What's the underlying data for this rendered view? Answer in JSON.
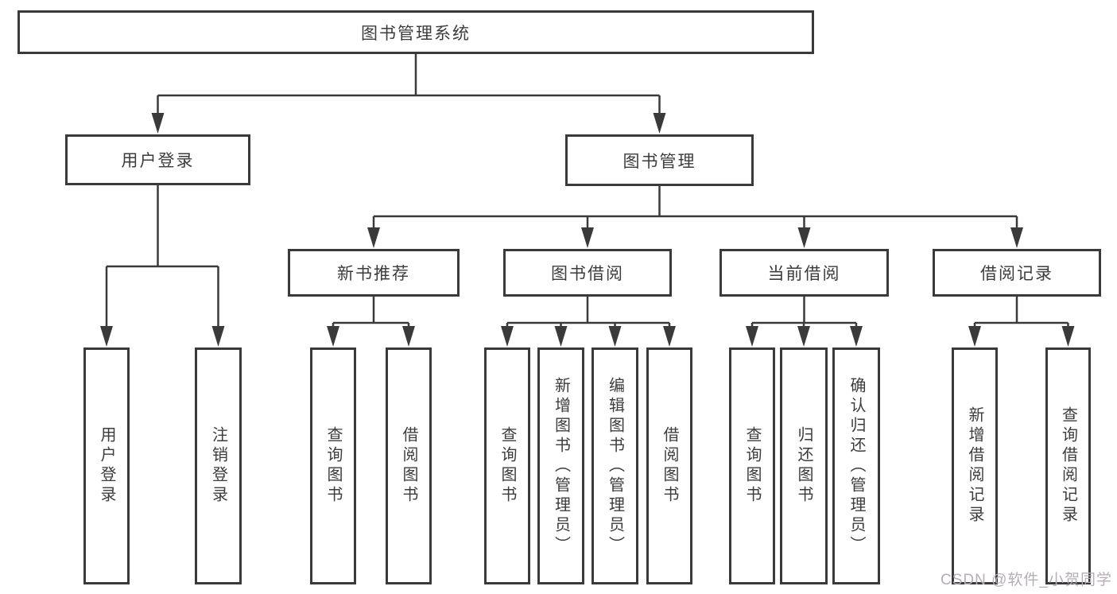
{
  "diagram_title": "图书管理系统",
  "colors": {
    "line": "#3a3a3a",
    "text": "#3c3c3c",
    "box_bg": "#ffffff",
    "background": "#ffffff",
    "watermark": "#b5aeb5"
  },
  "watermark": {
    "text": "CSDN @软件_小贺同学"
  },
  "nodes": [
    {
      "id": "root",
      "label": "图书管理系统",
      "parent": null,
      "orientation": "horizontal"
    },
    {
      "id": "user-login",
      "label": "用户登录",
      "parent": "root",
      "orientation": "horizontal"
    },
    {
      "id": "book-mgmt",
      "label": "图书管理",
      "parent": "root",
      "orientation": "horizontal"
    },
    {
      "id": "leaf-user-login",
      "label": "用户登录",
      "parent": "user-login",
      "orientation": "vertical"
    },
    {
      "id": "leaf-logout",
      "label": "注销登录",
      "parent": "user-login",
      "orientation": "vertical"
    },
    {
      "id": "new-books",
      "label": "新书推荐",
      "parent": "book-mgmt",
      "orientation": "horizontal"
    },
    {
      "id": "book-borrow",
      "label": "图书借阅",
      "parent": "book-mgmt",
      "orientation": "horizontal"
    },
    {
      "id": "current-borrow",
      "label": "当前借阅",
      "parent": "book-mgmt",
      "orientation": "horizontal"
    },
    {
      "id": "borrow-records",
      "label": "借阅记录",
      "parent": "book-mgmt",
      "orientation": "horizontal"
    },
    {
      "id": "nb-query",
      "label": "查询图书",
      "parent": "new-books",
      "orientation": "vertical"
    },
    {
      "id": "nb-borrow",
      "label": "借阅图书",
      "parent": "new-books",
      "orientation": "vertical"
    },
    {
      "id": "bb-query",
      "label": "查询图书",
      "parent": "book-borrow",
      "orientation": "vertical"
    },
    {
      "id": "bb-add",
      "label": "新增图书（管理员）",
      "parent": "book-borrow",
      "orientation": "vertical"
    },
    {
      "id": "bb-edit",
      "label": "编辑图书（管理员）",
      "parent": "book-borrow",
      "orientation": "vertical"
    },
    {
      "id": "bb-borrow",
      "label": "借阅图书",
      "parent": "book-borrow",
      "orientation": "vertical"
    },
    {
      "id": "cb-query",
      "label": "查询图书",
      "parent": "current-borrow",
      "orientation": "vertical"
    },
    {
      "id": "cb-return",
      "label": "归还图书",
      "parent": "current-borrow",
      "orientation": "vertical"
    },
    {
      "id": "cb-confirm",
      "label": "确认归还（管理员）",
      "parent": "current-borrow",
      "orientation": "vertical"
    },
    {
      "id": "br-add",
      "label": "新增借阅记录",
      "parent": "borrow-records",
      "orientation": "vertical"
    },
    {
      "id": "br-query",
      "label": "查询借阅记录",
      "parent": "borrow-records",
      "orientation": "vertical"
    }
  ]
}
